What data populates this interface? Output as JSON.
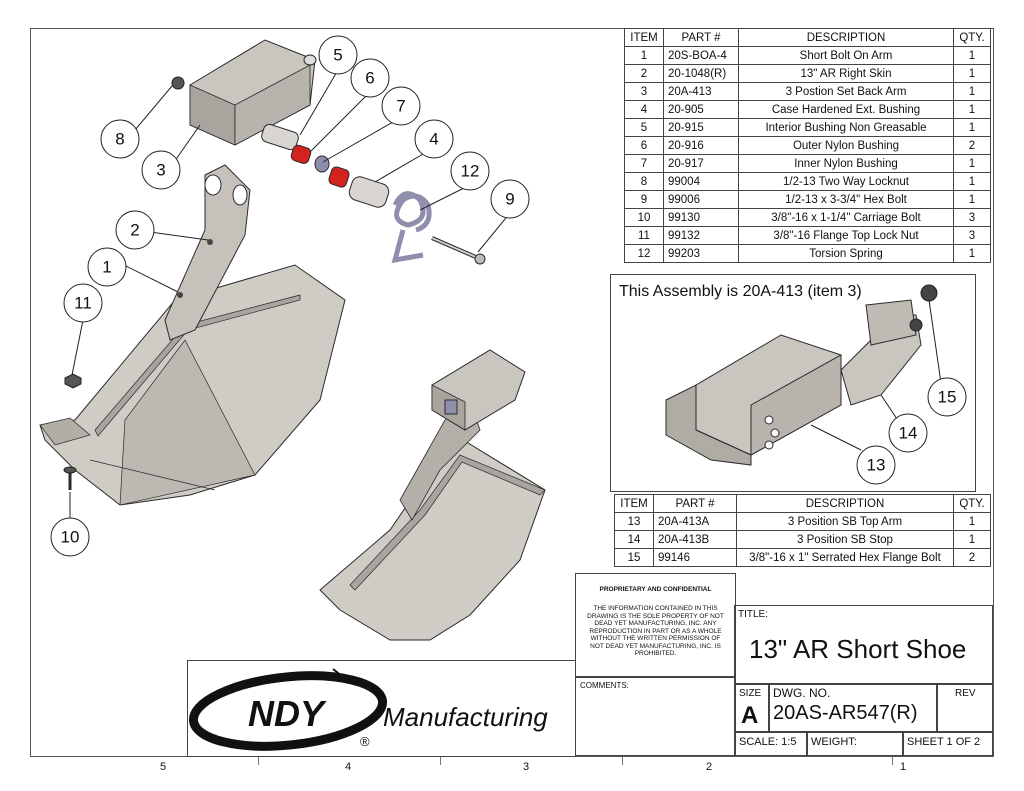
{
  "bom_headers": [
    "ITEM",
    "PART #",
    "DESCRIPTION",
    "QTY."
  ],
  "bom_items": [
    {
      "item": "1",
      "part": "20S-BOA-4",
      "desc": "Short Bolt On Arm",
      "qty": "1"
    },
    {
      "item": "2",
      "part": "20-1048(R)",
      "desc": "13\" AR Right Skin",
      "qty": "1"
    },
    {
      "item": "3",
      "part": "20A-413",
      "desc": "3 Postion Set Back Arm",
      "qty": "1"
    },
    {
      "item": "4",
      "part": "20-905",
      "desc": "Case Hardened Ext. Bushing",
      "qty": "1"
    },
    {
      "item": "5",
      "part": "20-915",
      "desc": "Interior Bushing Non Greasable",
      "qty": "1"
    },
    {
      "item": "6",
      "part": "20-916",
      "desc": "Outer Nylon Bushing",
      "qty": "2"
    },
    {
      "item": "7",
      "part": "20-917",
      "desc": "Inner Nylon Bushing",
      "qty": "1"
    },
    {
      "item": "8",
      "part": "99004",
      "desc": "1/2-13 Two Way Locknut",
      "qty": "1"
    },
    {
      "item": "9",
      "part": "99006",
      "desc": "1/2-13 x 3-3/4\" Hex Bolt",
      "qty": "1"
    },
    {
      "item": "10",
      "part": "99130",
      "desc": "3/8\"-16 x 1-1/4\" Carriage Bolt",
      "qty": "3"
    },
    {
      "item": "11",
      "part": "99132",
      "desc": "3/8\"-16 Flange Top Lock Nut",
      "qty": "3"
    },
    {
      "item": "12",
      "part": "99203",
      "desc": "Torsion Spring",
      "qty": "1"
    }
  ],
  "sub_assembly_title": "This Assembly is 20A-413 (item 3)",
  "sub_items": [
    {
      "item": "13",
      "part": "20A-413A",
      "desc": "3 Position SB Top Arm",
      "qty": "1"
    },
    {
      "item": "14",
      "part": "20A-413B",
      "desc": "3 Position SB Stop",
      "qty": "1"
    },
    {
      "item": "15",
      "part": "99146",
      "desc": "3/8\"-16 x 1\" Serrated Hex Flange Bolt",
      "qty": "2"
    }
  ],
  "callouts_main": [
    "1",
    "2",
    "3",
    "4",
    "5",
    "6",
    "7",
    "8",
    "9",
    "10",
    "11",
    "12"
  ],
  "callouts_sub": [
    "13",
    "14",
    "15"
  ],
  "confidential": {
    "heading": "PROPRIETARY AND CONFIDENTIAL",
    "body": "THE INFORMATION CONTAINED IN THIS DRAWING IS THE SOLE PROPERTY OF NOT DEAD YET MANUFACTURING, INC. ANY REPRODUCTION IN PART OR AS A WHOLE WITHOUT THE WRITTEN PERMISSION OF NOT DEAD YET MANUFACTURING, INC. IS PROHIBITED."
  },
  "comments_label": "COMMENTS:",
  "title_label": "TITLE:",
  "title": "13\" AR Short Shoe",
  "size_label": "SIZE",
  "size": "A",
  "dwg_label": "DWG. NO.",
  "dwg_no": "20AS-AR547(R)",
  "rev_label": "REV",
  "scale": "SCALE: 1:5",
  "weight": "WEIGHT:",
  "sheet": "SHEET 1 OF 2",
  "logo": {
    "brand": "NDY",
    "word": "Manufacturing",
    "reg": "®"
  },
  "zones": [
    "5",
    "4",
    "3",
    "2",
    "1"
  ],
  "colors": {
    "part_fill": "#c9c5bf",
    "part_dark": "#9b968f",
    "bushing_red": "#d2231e",
    "line": "#2a2a2a"
  }
}
